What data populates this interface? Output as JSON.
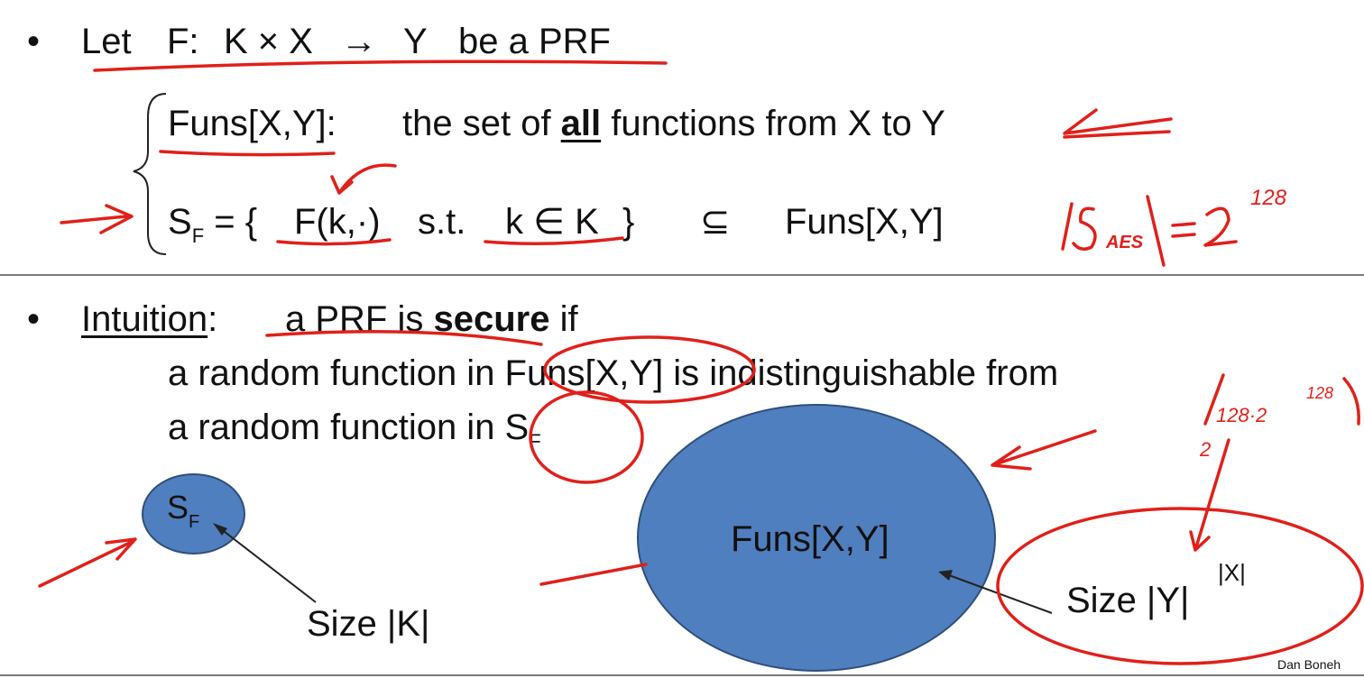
{
  "bullet": "•",
  "line1": {
    "let": "Let",
    "F": "F:",
    "domain": "K × X",
    "arrow": "→",
    "Y": "Y",
    "tail": "be a PRF"
  },
  "line2": {
    "funs": "Funs[X,Y]:",
    "text_a": "the set of ",
    "all": "all",
    "text_b": " functions from X to Y"
  },
  "line3": {
    "S": "S",
    "Fsub": "F",
    "eq": " = {",
    "Fk": "F(k,·)",
    "st": "s.t.",
    "kin": "k ∈ K",
    "close": "}",
    "subseteq": "⊆",
    "funs": "Funs[X,Y]"
  },
  "handwritten": {
    "saes_abs_left": "|",
    "saes_S": "S",
    "saes_sub": "AES",
    "saes_abs_right": "|",
    "saes_eq": "=",
    "saes_base": "2",
    "saes_exp": "128",
    "calc_bracket": "[",
    "calc_a": "128·2",
    "calc_exp": "128",
    "calc_close": ")",
    "calc_base": "2"
  },
  "intuition": {
    "label": "Intuition",
    "colon": ":",
    "lead_a": "a PRF is ",
    "secure": "secure",
    "lead_b": " if",
    "line_a": "a random function in Funs[X,Y] is indistinguishable from",
    "line_b_pre": "a random function in S",
    "line_b_sub": "F"
  },
  "diagram": {
    "small_S": "S",
    "small_sub": "F",
    "size_k": "Size |K|",
    "big_label": "Funs[X,Y]",
    "size_y": "Size |Y|",
    "size_y_exp": "|X|"
  },
  "footer": "Dan Boneh",
  "colors": {
    "ink": "#e0201a",
    "ellipse": "#4f7fbf"
  }
}
